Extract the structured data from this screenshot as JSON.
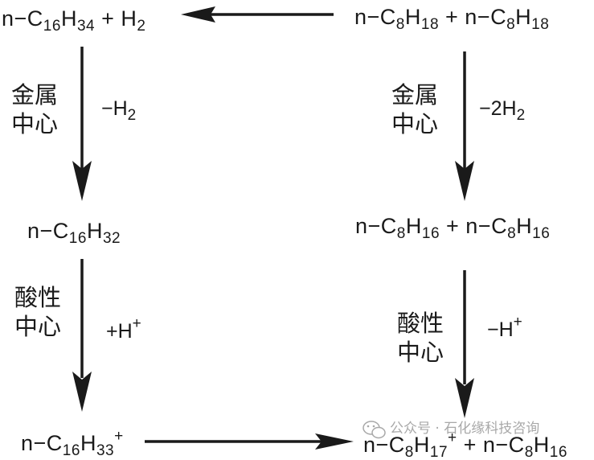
{
  "species": {
    "top_left": [
      "n−C",
      "16",
      "H",
      "34",
      " + H",
      "2"
    ],
    "top_right": [
      "n−C",
      "8",
      "H",
      "18",
      " + n−C",
      "8",
      "H",
      "18"
    ],
    "mid_left": [
      "n−C",
      "16",
      "H",
      "32"
    ],
    "mid_right": [
      "n−C",
      "8",
      "H",
      "16",
      " + n−C",
      "8",
      "H",
      "16"
    ],
    "bot_left": [
      "n−C",
      "16",
      "H",
      "33",
      "+"
    ],
    "bot_right": [
      "n−C",
      "8",
      "H",
      "17",
      "+",
      " + n−C",
      "8",
      "H",
      "16"
    ]
  },
  "conditions": {
    "metal_left": [
      "金属",
      "中心"
    ],
    "metal_left_side": [
      "−H",
      "2"
    ],
    "metal_right": [
      "金属",
      "中心"
    ],
    "metal_right_side": [
      "−2H",
      "2"
    ],
    "acid_left": [
      "酸性",
      "中心"
    ],
    "acid_left_side": [
      "+H",
      "+"
    ],
    "acid_right": [
      "酸性",
      "中心"
    ],
    "acid_right_side": [
      "−H",
      "+"
    ]
  },
  "watermark": {
    "text": "公众号 · 石化缘科技咨询",
    "icon": "wechat-icon"
  }
}
